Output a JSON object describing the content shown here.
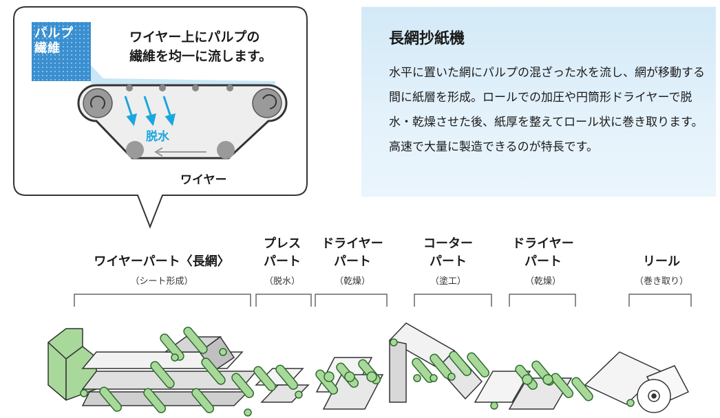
{
  "callout": {
    "text": "ワイヤー上にパルプの\n繊維を均一に流します。",
    "pulp_label": "パルプ\n繊維",
    "dewater_label": "脱水",
    "wire_label": "ワイヤー"
  },
  "info": {
    "title": "長網抄紙機",
    "body": "水平に置いた網にパルプの混ざった水を流し、網が移動する間に紙層を形成。ロールでの加圧や円筒形ドライヤーで脱水・乾燥させた後、紙厚を整えてロール状に巻き取ります。高速で大量に製造できるのが特長です。"
  },
  "stages": [
    {
      "name": "ワイヤーパート〈長網〉",
      "sub": "（シート形成）"
    },
    {
      "name": "プレス\nパート",
      "sub": "（脱水）"
    },
    {
      "name": "ドライヤー\nパート",
      "sub": "（乾燥）"
    },
    {
      "name": "コーター\nパート",
      "sub": "（塗工）"
    },
    {
      "name": "ドライヤー\nパート",
      "sub": "（乾燥）"
    },
    {
      "name": "リール",
      "sub": "（巻き取り）"
    }
  ],
  "colors": {
    "roll_green": "#a8d99a",
    "roll_stroke": "#2e6b2e",
    "water_blue": "#1aa6df",
    "panel_blue": "#d3e9f7"
  }
}
